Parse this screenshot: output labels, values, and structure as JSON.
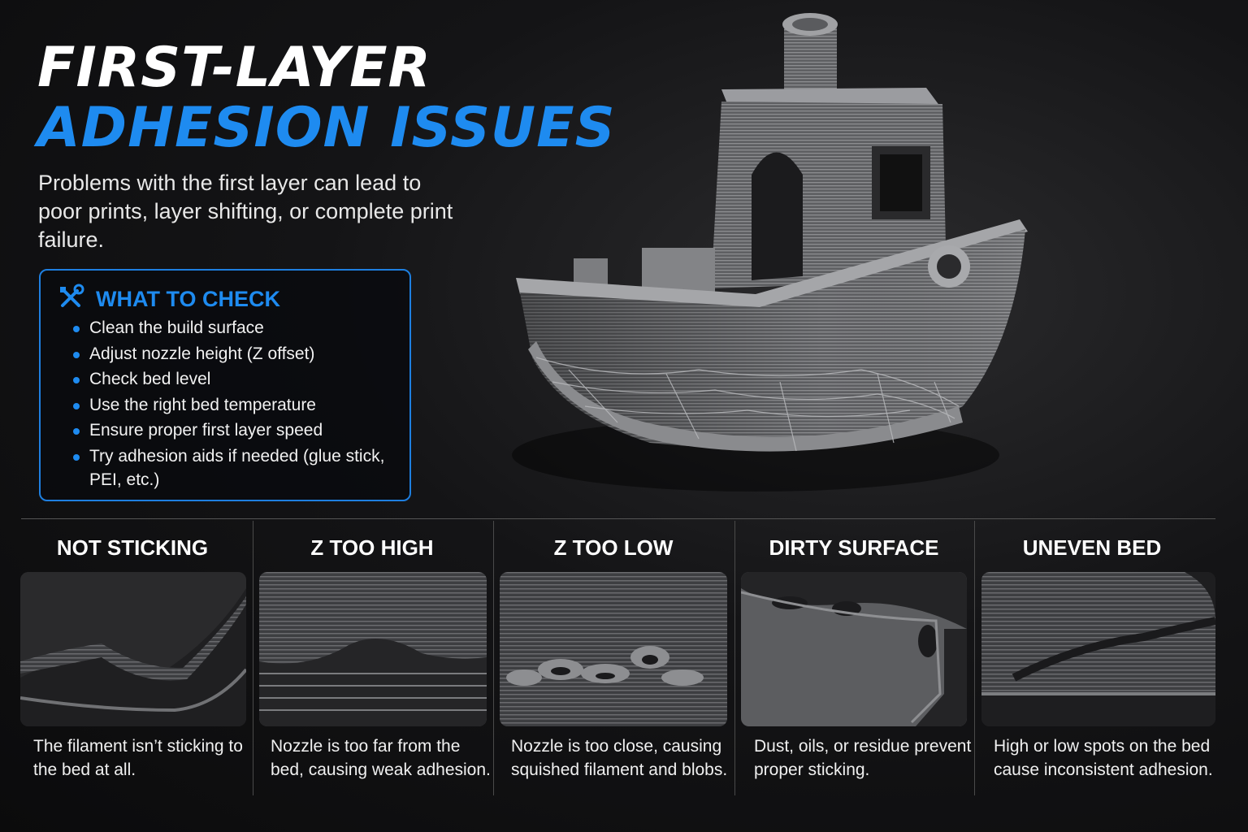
{
  "header": {
    "title_line1": "FIRST-LAYER",
    "title_line2": "ADHESION ISSUES",
    "subtitle": "Problems with the first layer can lead to poor prints, layer shifting, or complete print failure."
  },
  "check": {
    "icon": "tools-icon",
    "title": "WHAT TO CHECK",
    "items": [
      "Clean the build surface",
      "Adjust nozzle height (Z offset)",
      "Check bed level",
      "Use the right bed temperature",
      "Ensure proper first layer speed",
      "Try adhesion aids if needed (glue stick, PEI, etc.)"
    ]
  },
  "issues": [
    {
      "title": "NOT STICKING",
      "desc": "The filament isn’t sticking to the bed at all."
    },
    {
      "title": "Z TOO HIGH",
      "desc": "Nozzle is too far from the bed, causing weak adhesion."
    },
    {
      "title": "Z TOO LOW",
      "desc": "Nozzle is too close, causing squished filament and blobs."
    },
    {
      "title": "DIRTY SURFACE",
      "desc": "Dust, oils, or residue prevent proper sticking."
    },
    {
      "title": "UNEVEN BED",
      "desc": "High or low spots on the bed cause inconsistent adhesion."
    }
  ],
  "colors": {
    "accent": "#1e8bf0",
    "background": "#111113",
    "print_gray": "#8a8b8e"
  }
}
